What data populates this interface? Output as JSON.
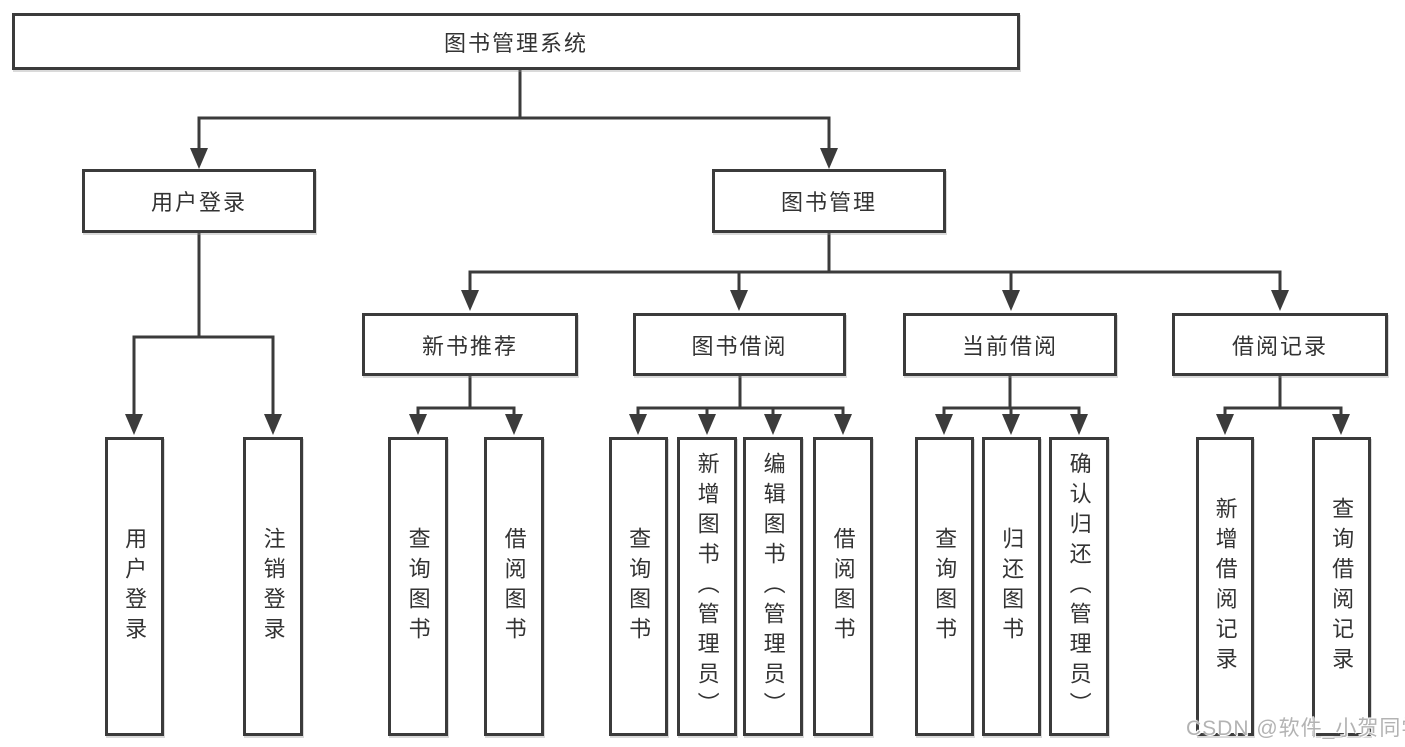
{
  "colors": {
    "line": "#3b3b3b",
    "text": "#333333",
    "watermark": "#b3b3b3",
    "background": "#ffffff"
  },
  "watermark": "CSDN @软件_小贺同学",
  "diagram": {
    "root": {
      "label": "图书管理系统"
    },
    "branches": [
      {
        "label": "用户登录",
        "children": [
          {
            "label": "用户登录"
          },
          {
            "label": "注销登录"
          }
        ]
      },
      {
        "label": "图书管理",
        "children": [
          {
            "label": "新书推荐",
            "children": [
              {
                "label": "查询图书"
              },
              {
                "label": "借阅图书"
              }
            ]
          },
          {
            "label": "图书借阅",
            "children": [
              {
                "label": "查询图书"
              },
              {
                "label": "新增图书（管理员）"
              },
              {
                "label": "编辑图书（管理员）"
              },
              {
                "label": "借阅图书"
              }
            ]
          },
          {
            "label": "当前借阅",
            "children": [
              {
                "label": "查询图书"
              },
              {
                "label": "归还图书"
              },
              {
                "label": "确认归还（管理员）"
              }
            ]
          },
          {
            "label": "借阅记录",
            "children": [
              {
                "label": "新增借阅记录"
              },
              {
                "label": "查询借阅记录"
              }
            ]
          }
        ]
      }
    ]
  }
}
